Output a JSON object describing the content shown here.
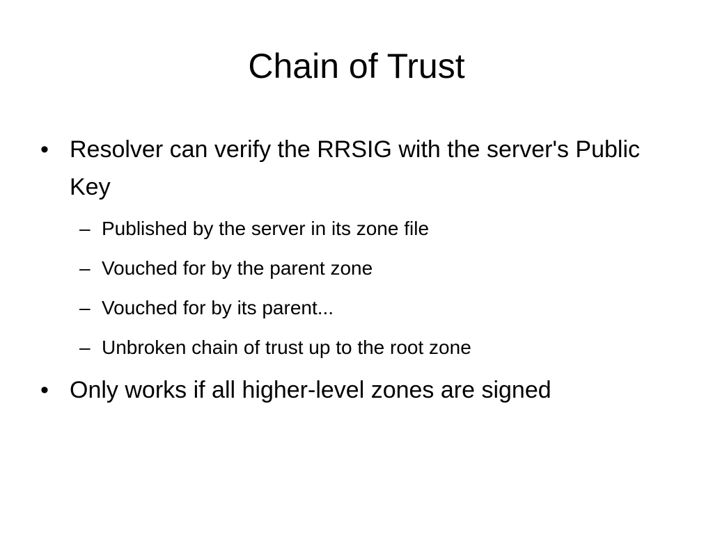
{
  "slide": {
    "title": "Chain of Trust",
    "bullets": [
      {
        "marker": "•",
        "text": "Resolver can verify the RRSIG with the server's Public Key",
        "subitems": [
          {
            "marker": "–",
            "text": "Published by the server in its zone file"
          },
          {
            "marker": "–",
            "text": "Vouched for by the parent zone"
          },
          {
            "marker": "–",
            "text": "Vouched for by its parent..."
          },
          {
            "marker": "–",
            "text": "Unbroken chain of trust up to the root zone"
          }
        ]
      },
      {
        "marker": "•",
        "text": "Only works if all higher-level zones are signed",
        "subitems": []
      }
    ]
  }
}
